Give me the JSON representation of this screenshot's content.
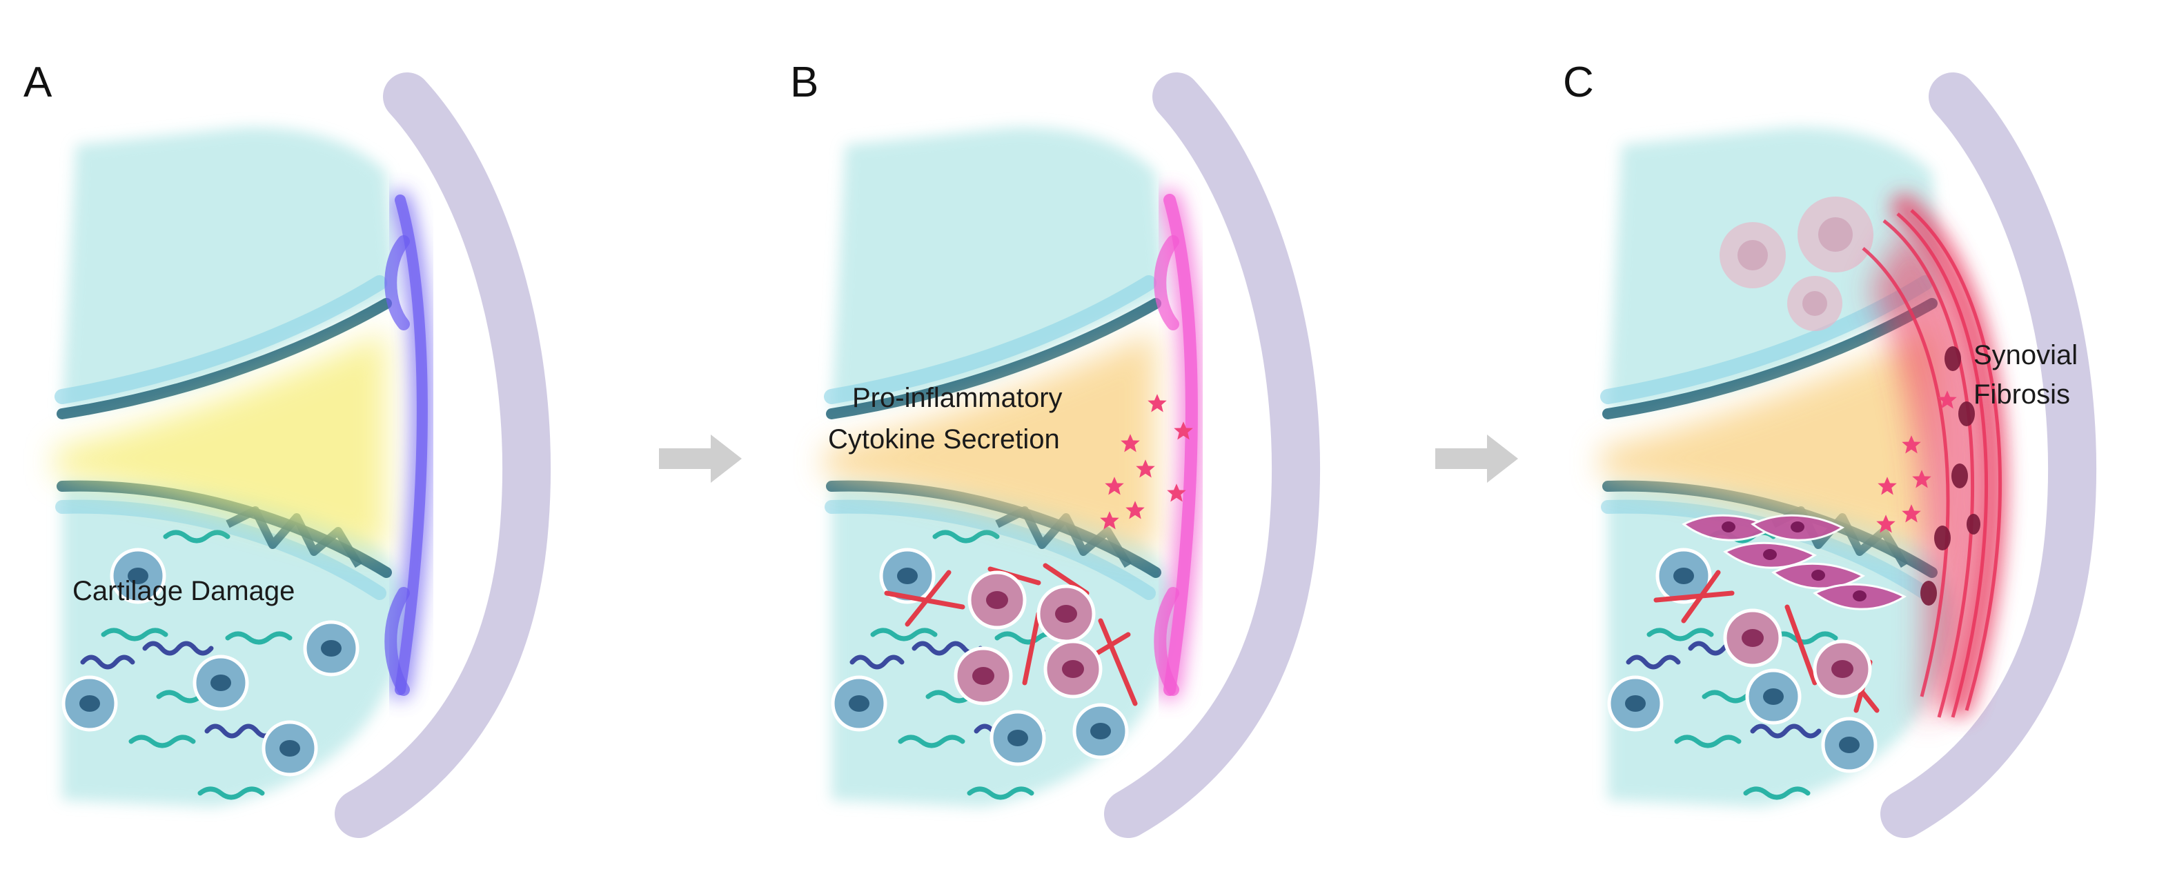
{
  "panels": [
    {
      "letter": "A",
      "label_lines": [
        "Cartilage Damage"
      ]
    },
    {
      "letter": "B",
      "label_lines": [
        "Pro-inflammatory",
        "Cytokine Secretion"
      ]
    },
    {
      "letter": "C",
      "label_lines": [
        "Synovial",
        "Fibrosis"
      ]
    }
  ],
  "colors": {
    "cartilage": "#bfeaea",
    "bone_line": "#2f6e82",
    "joint_fluid_a": "#f7ee7a",
    "joint_fluid_bc": "#f9d48a",
    "synovium_a": "#6b5cf0",
    "synovium_b": "#f25ad2",
    "synovium_c": "#e8345c",
    "capsule": "#c9c3df",
    "cytokine": "#f0447a",
    "fiber_teal": "#2bb3a6",
    "fiber_navy": "#3b4a9e",
    "cell_blue": "#5f93b6",
    "cell_purple": "#a2547f",
    "collagen_red": "#e23c4a",
    "arrow": "#cfcfcf"
  },
  "icons": [
    "arrow-right-icon",
    "cytokine-star-icon"
  ]
}
